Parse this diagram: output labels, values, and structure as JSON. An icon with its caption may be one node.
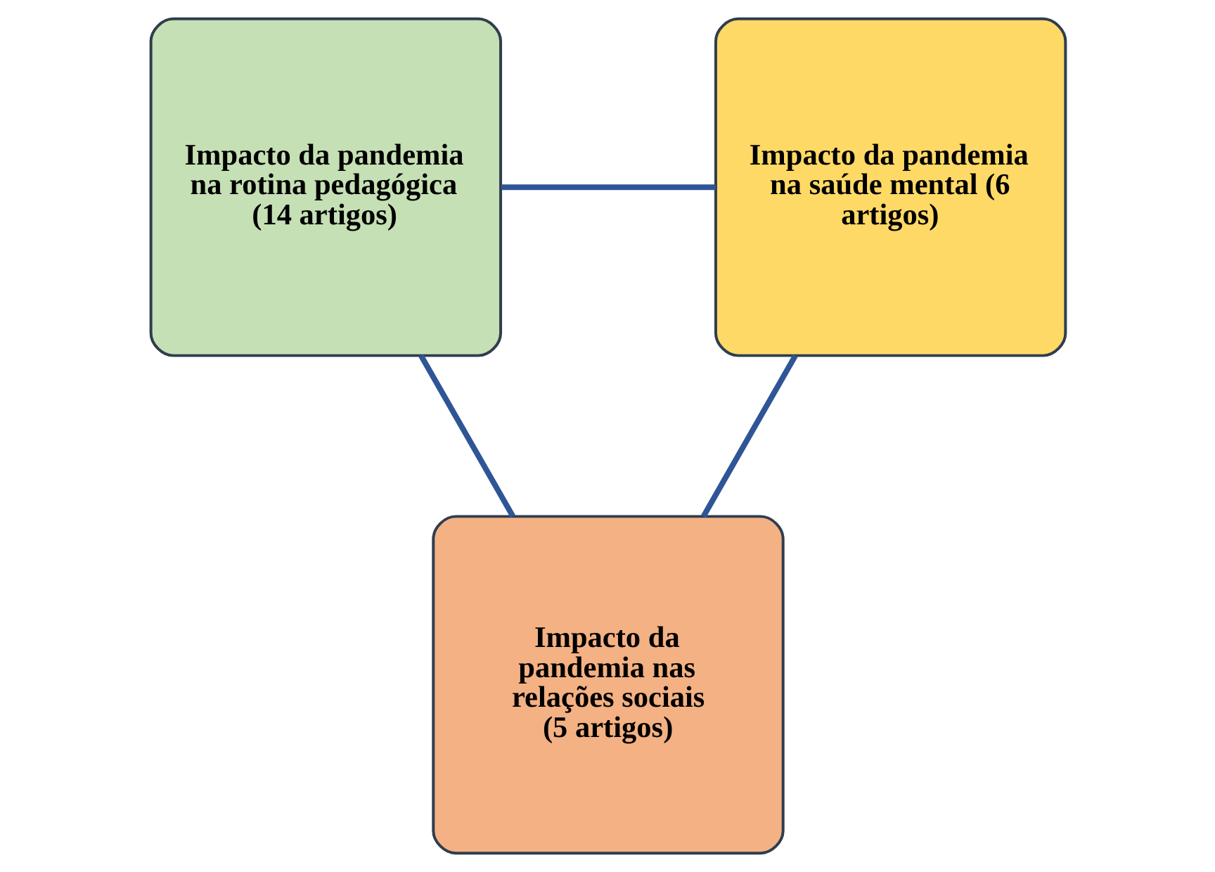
{
  "diagram": {
    "nodes": [
      {
        "text": [
          "Impacto da pandemia na rotina pedagógica (14 artigos)"
        ]
      },
      {
        "text": [
          "Impacto da pandemia na saúde mental (6 artigos)"
        ]
      },
      {
        "text": [
          "Impacto da pandemia nas relações sociais (5 artigos)"
        ]
      }
    ],
    "edges": [
      {
        "from": 0,
        "to": 1,
        "arrow": "none"
      },
      {
        "from": 0,
        "to": 2,
        "arrow": "none"
      },
      {
        "from": 1,
        "to": 2,
        "arrow": "none"
      }
    ]
  }
}
